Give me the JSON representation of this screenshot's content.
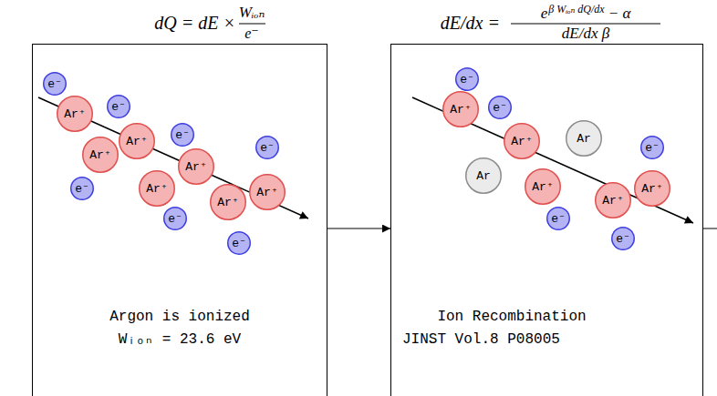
{
  "diagram": {
    "nodes": [
      {
        "text": [
          "Argon is ionized",
          "Wᵢₒₙ = 23.6 eV"
        ]
      },
      {
        "text": [
          "e⁻"
        ],
        "in": 0
      },
      {
        "text": [
          "e⁻"
        ],
        "in": 0
      },
      {
        "text": [
          "Ar⁺"
        ],
        "in": 0
      },
      {
        "text": [
          "e⁻"
        ],
        "in": 0
      },
      {
        "text": [
          "Ar⁺"
        ],
        "in": 0
      },
      {
        "text": [
          "e⁻"
        ],
        "in": 0
      },
      {
        "text": [
          "Ar⁺"
        ],
        "in": 0
      },
      {
        "text": [
          "Ar⁺"
        ],
        "in": 0
      },
      {
        "text": [
          "Ar⁺"
        ],
        "in": 0
      },
      {
        "text": [
          "e⁻"
        ],
        "in": 0
      },
      {
        "text": [
          "Ar⁺"
        ],
        "in": 0
      },
      {
        "text": [
          "Ar⁺"
        ],
        "in": 0
      },
      {
        "text": [
          "e⁻"
        ],
        "in": 0
      },
      {
        "text": [
          "e⁻"
        ],
        "in": 0
      },
      {
        "text": [
          "Ion Recombination",
          "JINST Vol.8 P08005"
        ]
      },
      {
        "text": [
          "e⁻"
        ],
        "in": 15
      },
      {
        "text": [
          "e⁻"
        ],
        "in": 15
      },
      {
        "text": [
          "Ar⁺"
        ],
        "in": 15
      },
      {
        "text": [
          "Ar"
        ],
        "in": 15
      },
      {
        "text": [
          "Ar⁺"
        ],
        "in": 15
      },
      {
        "text": [
          "e⁻"
        ],
        "in": 15
      },
      {
        "text": [
          "Ar"
        ],
        "in": 15
      },
      {
        "text": [
          "Ar⁺"
        ],
        "in": 15
      },
      {
        "text": [
          "Ar⁺"
        ],
        "in": 15
      },
      {
        "text": [
          "Ar⁺"
        ],
        "in": 15
      },
      {
        "text": [
          "e⁻"
        ],
        "in": 15
      },
      {
        "text": [
          "e⁻"
        ],
        "in": 15
      }
    ],
    "edges": [
      {
        "from": 0,
        "to": 15,
        "arrow": "to"
      }
    ],
    "labels": [
      "dQ = dE ×",
      "Wᵢₒₙ",
      "e⁻",
      "dE/dx =",
      "e",
      "β Wᵢₒₙ dQ/dx",
      "− α",
      "dE/dx β"
    ]
  }
}
